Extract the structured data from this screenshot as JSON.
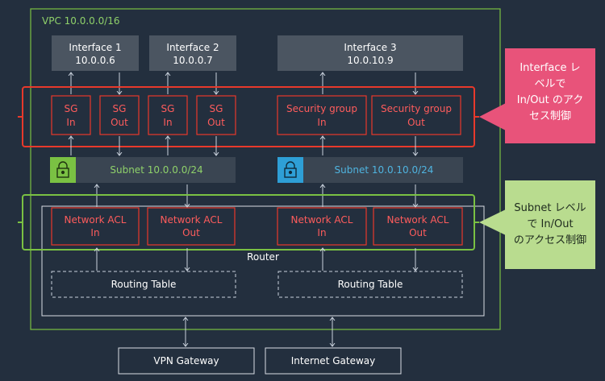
{
  "vpc": {
    "label": "VPC 10.0.0.0/16"
  },
  "interfaces": [
    {
      "name": "Interface 1",
      "ip": "10.0.0.6"
    },
    {
      "name": "Interface 2",
      "ip": "10.0.0.7"
    },
    {
      "name": "Interface 3",
      "ip": "10.0.10.9"
    }
  ],
  "sg_small": [
    {
      "line1": "SG",
      "line2": "In"
    },
    {
      "line1": "SG",
      "line2": "Out"
    },
    {
      "line1": "SG",
      "line2": "In"
    },
    {
      "line1": "SG",
      "line2": "Out"
    }
  ],
  "sg_large": [
    {
      "line1": "Security group",
      "line2": "In"
    },
    {
      "line1": "Security group",
      "line2": "Out"
    }
  ],
  "subnets": [
    {
      "label": "Subnet 10.0.0.0/24"
    },
    {
      "label": "Subnet 10.0.10.0/24"
    }
  ],
  "nacls": [
    {
      "line1": "Network ACL",
      "line2": "In"
    },
    {
      "line1": "Network ACL",
      "line2": "Out"
    },
    {
      "line1": "Network ACL",
      "line2": "In"
    },
    {
      "line1": "Network ACL",
      "line2": "Out"
    }
  ],
  "router": {
    "label": "Router"
  },
  "routing_tables": [
    {
      "label": "Routing Table"
    },
    {
      "label": "Routing Table"
    }
  ],
  "gateways": [
    {
      "label": "VPN Gateway"
    },
    {
      "label": "Internet Gateway"
    }
  ],
  "callouts": {
    "interface": [
      "Interface レ",
      "ベルで",
      "In/Out のアク",
      "セス制御"
    ],
    "subnet": [
      "Subnet レベル",
      "で In/Out",
      "のアクセス制御"
    ]
  },
  "colors": {
    "background": "#232f3e",
    "vpc_border": "#7ac143",
    "security_red": "#e8392b",
    "callout_pink": "#e8537a",
    "callout_green": "#b9dc8f",
    "subnet_green": "#7ac143",
    "subnet_blue": "#2e9fd6"
  }
}
